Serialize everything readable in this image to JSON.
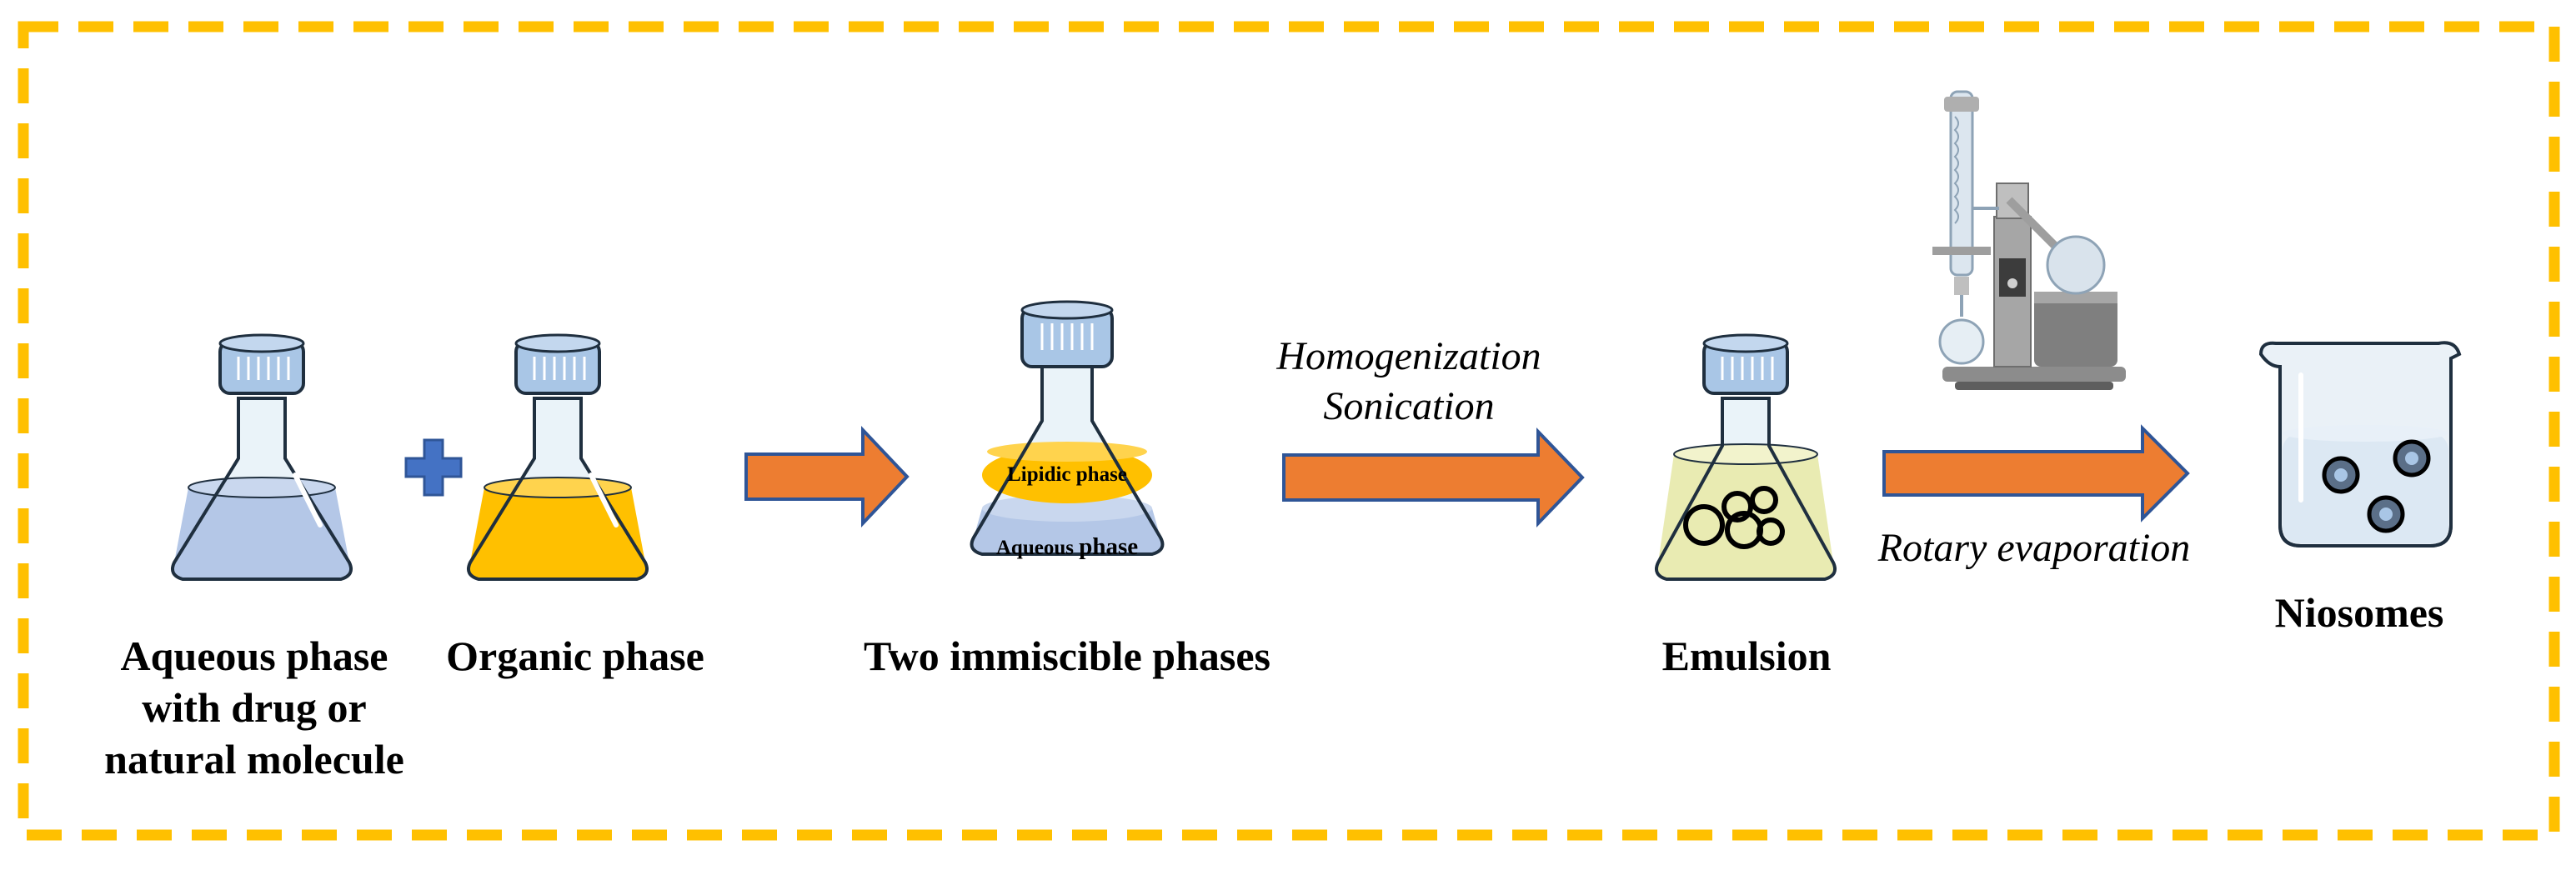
{
  "labels": {
    "aqueous_line1": "Aqueous phase",
    "aqueous_line2": "with drug or",
    "aqueous_line3": "natural molecule",
    "organic": "Organic phase",
    "two_phases": "Two immiscible phases",
    "lipidic_phase": "Lipidic phase",
    "aqueous_phase_inner": "Aqueous",
    "aqueous_phase_inner_word2": "phase",
    "emulsion": "Emulsion",
    "niosomes": "Niosomes",
    "step1_line1": "Homogenization",
    "step1_line2": "Sonication",
    "step2": "Rotary evaporation"
  },
  "colors": {
    "border": "#FFC000",
    "arrow_fill": "#ED7D31",
    "arrow_stroke": "#2F5597",
    "plus_fill": "#4472C4",
    "aqueous_liquid": "#B4C7E7",
    "organic_liquid": "#FFC000",
    "emulsion_liquid": "#E9EBB2",
    "cap_fill": "#A9C6E6",
    "glass_fill": "#EAF3F9",
    "glass_stroke": "#1F2F3F"
  },
  "icons": [
    "flask-icon",
    "plus-icon",
    "arrow-right-icon",
    "rotary-evaporator-icon",
    "beaker-icon",
    "vesicle-icon"
  ]
}
